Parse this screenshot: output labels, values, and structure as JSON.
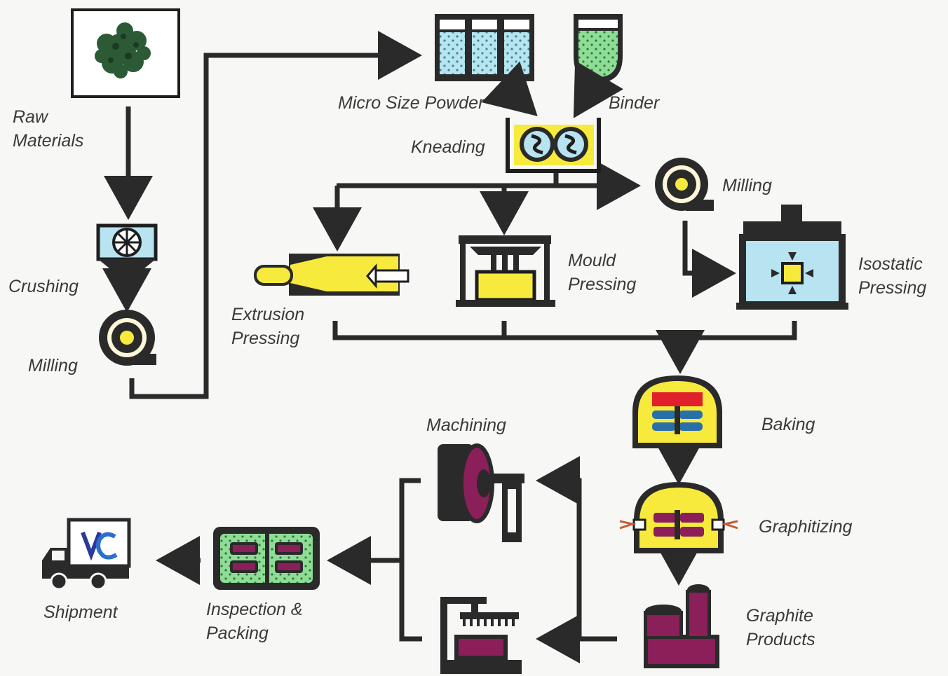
{
  "colors": {
    "background": "#f7f7f5",
    "line": "#2a2a2a",
    "yellow": "#f7ea3c",
    "light_blue": "#b7e4f0",
    "green": "#8fdc96",
    "magenta": "#8a1f5a",
    "red": "#e0202a",
    "blue": "#2b6fa8"
  },
  "steps": {
    "raw_materials": {
      "line1": "Raw",
      "line2": "Materials",
      "icon": "raw-material-photo"
    },
    "crushing": {
      "label": "Crushing",
      "icon": "crusher-icon"
    },
    "milling_left": {
      "label": "Milling",
      "icon": "mill-icon"
    },
    "micro_size_powder": {
      "label": "Micro Size Powder",
      "icon": "powder-containers-icon"
    },
    "binder": {
      "label": "Binder",
      "icon": "binder-container-icon"
    },
    "kneading": {
      "label": "Kneading",
      "icon": "kneader-icon"
    },
    "milling_right": {
      "label": "Milling",
      "icon": "mill-icon"
    },
    "extrusion_pressing": {
      "line1": "Extrusion",
      "line2": "Pressing",
      "icon": "extruder-icon"
    },
    "mould_pressing": {
      "line1": "Mould",
      "line2": "Pressing",
      "icon": "mould-press-icon"
    },
    "isostatic_pressing": {
      "line1": "Isostatic",
      "line2": "Pressing",
      "icon": "isostatic-press-icon"
    },
    "baking": {
      "label": "Baking",
      "icon": "baking-furnace-icon"
    },
    "graphitizing": {
      "label": "Graphitizing",
      "icon": "graphitizing-furnace-icon"
    },
    "graphite_products": {
      "line1": "Graphite",
      "line2": "Products",
      "icon": "graphite-products-icon"
    },
    "machining": {
      "label": "Machining",
      "icon": "lathe-icon"
    },
    "inspection_packing": {
      "line1": "Inspection &",
      "line2": "Packing",
      "icon": "packing-crate-icon"
    },
    "shipment": {
      "label": "Shipment",
      "icon": "truck-icon"
    }
  }
}
